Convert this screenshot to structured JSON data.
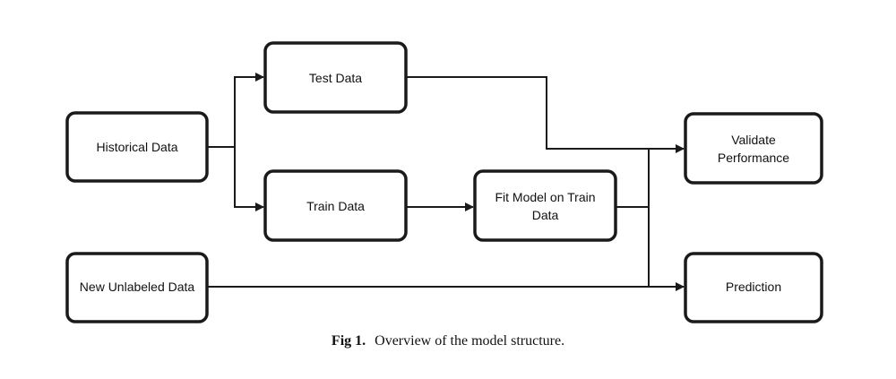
{
  "nodes": {
    "test_data": {
      "lines": [
        "Test Data"
      ]
    },
    "historical_data": {
      "lines": [
        "Historical Data"
      ]
    },
    "train_data": {
      "lines": [
        "Train Data"
      ]
    },
    "fit_model": {
      "lines": [
        "Fit Model on Train",
        "Data"
      ]
    },
    "validate": {
      "lines": [
        "Validate",
        "Performance"
      ]
    },
    "new_unlabeled": {
      "lines": [
        "New Unlabeled Data"
      ]
    },
    "prediction": {
      "lines": [
        "Prediction"
      ]
    }
  },
  "caption": {
    "label": "Fig 1.",
    "text": "Overview of the model structure."
  },
  "colors": {
    "stroke": "#1a1a1a",
    "background": "#ffffff"
  }
}
